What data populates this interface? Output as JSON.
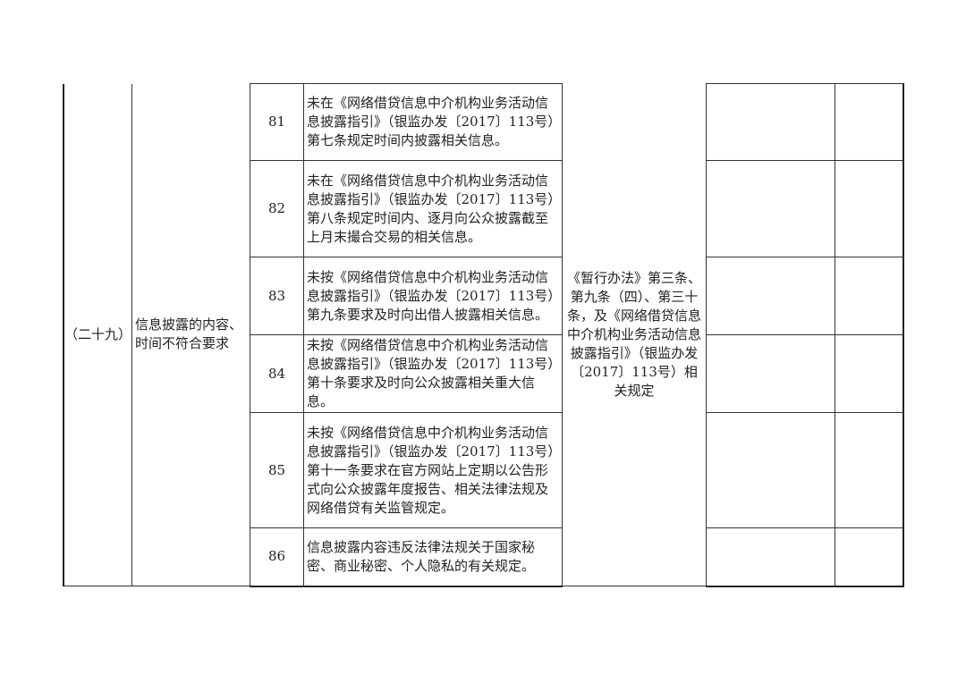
{
  "section": {
    "number": "（二十九）",
    "title": "信息披露的内容、时间不符合要求",
    "basis": "《暂行办法》第三条、第九条（四）、第三十条，及《网络借贷信息中介机构业务活动信息披露指引》（银监办发〔2017〕113号）相关规定"
  },
  "rows": [
    {
      "no": "81",
      "text": "未在《网络借贷信息中介机构业务活动信息披露指引》（银监办发〔2017〕113号）第七条规定时间内披露相关信息。"
    },
    {
      "no": "82",
      "text": "未在《网络借贷信息中介机构业务活动信息披露指引》（银监办发〔2017〕113号）第八条规定时间内、逐月向公众披露截至上月末撮合交易的相关信息。"
    },
    {
      "no": "83",
      "text": "未按《网络借贷信息中介机构业务活动信息披露指引》（银监办发〔2017〕113号）第九条要求及时向出借人披露相关信息。"
    },
    {
      "no": "84",
      "text": "未按《网络借贷信息中介机构业务活动信息披露指引》（银监办发〔2017〕113号）第十条要求及时向公众披露相关重大信息。"
    },
    {
      "no": "85",
      "text": "未按《网络借贷信息中介机构业务活动信息披露指引》（银监办发〔2017〕113号）第十一条要求在官方网站上定期以公告形式向公众披露年度报告、相关法律法规及网络借贷有关监管规定。"
    },
    {
      "no": "86",
      "text": "信息披露内容违反法律法规关于国家秘密、商业秘密、个人隐私的有关规定。"
    }
  ]
}
